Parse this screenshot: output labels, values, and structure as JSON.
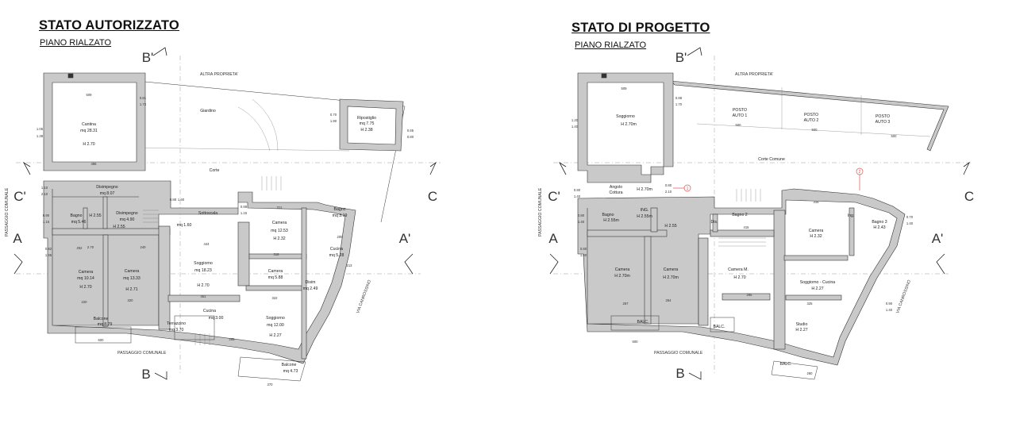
{
  "left": {
    "title": "STATO AUTORIZZATO",
    "subtitle": "PIANO RIALZATO",
    "section_labels": {
      "b_top": "B'",
      "b_bottom": "B",
      "c_left": "C'",
      "c_right": "C",
      "a_left": "A",
      "a_right": "A'"
    },
    "streets": {
      "top": "ALTRA PROPRIETA'",
      "bottom": "PASSAGGIO COMUNALE",
      "left": "PASSAGGIO COMUNALE",
      "right": "VIA CANROSSINO"
    },
    "rooms": {
      "cantina_name": "Cantina",
      "cantina_area": "mq 28.31",
      "cantina_h": "H 2.70",
      "giardino": "Giardino",
      "ripostiglio_name": "Ripostiglio",
      "ripostiglio_area": "mq 7.75",
      "ripostiglio_h": "H 2.38",
      "corte": "Corte",
      "disimpegno1_name": "Disimpegno",
      "disimpegno1_area": "mq 8.07",
      "bagno1_name": "Bagno",
      "bagno1_h": "H 2.55",
      "bagno1_area": "mq 5.46",
      "disimpegno2_name": "Disimpegno",
      "disimpegno2_area": "mq 4.90",
      "disimpegno2_h": "H 2.55",
      "sottoscala_name": "Sottoscala",
      "sottoscala_area": "mq 1.60",
      "camera_a_name": "Camera",
      "camera_a_area": "mq 12.53",
      "camera_a_h": "H 2.32",
      "bagno2_name": "Bagno",
      "bagno2_area": "mq 3.19",
      "cucina_name": "Cucina",
      "cucina_area": "mq 5.28",
      "camera_b_name": "Camera",
      "camera_b_area": "mq 10.14",
      "camera_b_h": "H 2.70",
      "camera_c_name": "Camera",
      "camera_c_area": "mq 13.33",
      "camera_c_h": "H 2.71",
      "soggiorno1_name": "Soggiorno",
      "soggiorno1_area": "mq 18.23",
      "soggiorno1_h": "H 2.70",
      "camera_d_name": "Camera",
      "camera_d_area": "mq 5.88",
      "disimp3_name": "Disim",
      "disimp3_area": "mq 2.49",
      "soggiorno2_name": "Soggiorno",
      "soggiorno2_area": "mq 12.00",
      "soggiorno2_h": "H 2.27",
      "balcone1_name": "Balcone",
      "balcone1_area": "mq 8.79",
      "terrazzino_name": "Terrazzino",
      "terrazzino_area": "mq 3.70",
      "cucina2_name": "Cucina",
      "cucina2_area": "mq 3.00",
      "balcone2_name": "Balcone",
      "balcone2_area": "mq 4.73"
    },
    "ratios": {
      "r1": "0.81",
      "r1b": "1.73",
      "r2": "1.06",
      "r2b": "1.38",
      "r3": "0.70",
      "r3b": "1.90",
      "r4": "0.65",
      "r4b": "0.80",
      "r5": "1.10",
      "r5b": "2.10",
      "r6": "0.90",
      "r6b": "1.15",
      "r7": "0.82",
      "r7b": "1.35",
      "r8": "0.88",
      "r8b": "1.60",
      "r9": "0.88",
      "r9b": "1.15"
    },
    "dims": {
      "d1": "509",
      "d2": "496",
      "d3": "600",
      "d4": "370",
      "d5": "444",
      "d6": "451",
      "d7": "220",
      "d8": "320",
      "d9": "265",
      "d10": "252",
      "d11": "240",
      "d12": "311",
      "d13": "318",
      "d14": "322",
      "d15": "205",
      "d16": "213",
      "d17": "2.70"
    }
  },
  "right": {
    "title": "STATO DI PROGETTO",
    "subtitle": "PIANO RIALZATO",
    "section_labels": {
      "b_top": "B'",
      "b_bottom": "B",
      "c_left": "C'",
      "c_right": "C",
      "a_left": "A",
      "a_right": "A'"
    },
    "streets": {
      "top": "ALTRA PROPRIETA'",
      "bottom": "PASSAGGIO COMUNALE",
      "left": "PASSAGGIO COMUNALE",
      "right": "VIA CANROSSINO"
    },
    "rooms": {
      "soggiorno_name": "Soggiorno",
      "soggiorno_h": "H 2.70m",
      "posto1": "POSTO",
      "posto1b": "AUTO 1",
      "posto2": "POSTO",
      "posto2b": "AUTO 2",
      "posto3": "POSTO",
      "posto3b": "AUTO 3",
      "corte": "Corte Comune",
      "angolo_name": "Angolo",
      "angolo_b": "Cottura",
      "h270": "H 2.70m",
      "ing_name": "ING.",
      "ing_h": "H 2.55m",
      "bagno1_name": "Bagno",
      "bagno1_h": "H 2.55m",
      "h255": "H 2.55",
      "bagno2_name": "Bagno 2",
      "camera1_name": "Camera",
      "camera1_h": "H 2.32",
      "bagno3_name": "Bagno 3",
      "bagno3_h": "H 2.43",
      "camera2_name": "Camera",
      "camera2_h": "H 2.70m",
      "camera3_name": "Camera",
      "camera3_h": "H 2.70m",
      "camera_m_name": "Camera M.",
      "camera_m_h": "H 2.70",
      "soggiorno_cucina_name": "Soggiorno - Cucina",
      "soggiorno_cucina_h": "H 2.27",
      "studio_name": "Studio",
      "studio_h": "H 2.27",
      "balc1": "BALC.",
      "balc2": "BALC.",
      "balc3": "BALC.",
      "ing": "Ing.",
      "dis": "Dis."
    },
    "ratios": {
      "r1": "0.88",
      "r1b": "1.70",
      "r2": "1.20",
      "r2b": "1.40",
      "r3": "0.80",
      "r3b": "2.10",
      "r4": "0.80",
      "r4b": "1.40",
      "r5": "0.80",
      "r5b": "1.40",
      "r6": "0.70",
      "r6b": "1.40",
      "r7": "0.80",
      "r7b": "1.40",
      "r8": "0.90",
      "r8b": "1.40"
    },
    "dims": {
      "d1": "509",
      "d2": "500",
      "d3": "500",
      "d4": "500",
      "d5": "600",
      "d6": "267",
      "d7": "264",
      "d8": "285",
      "d9": "325",
      "d10": "315",
      "d11": "415",
      "d12": "280"
    },
    "markers": {
      "m1": "1",
      "m2": "2"
    }
  }
}
